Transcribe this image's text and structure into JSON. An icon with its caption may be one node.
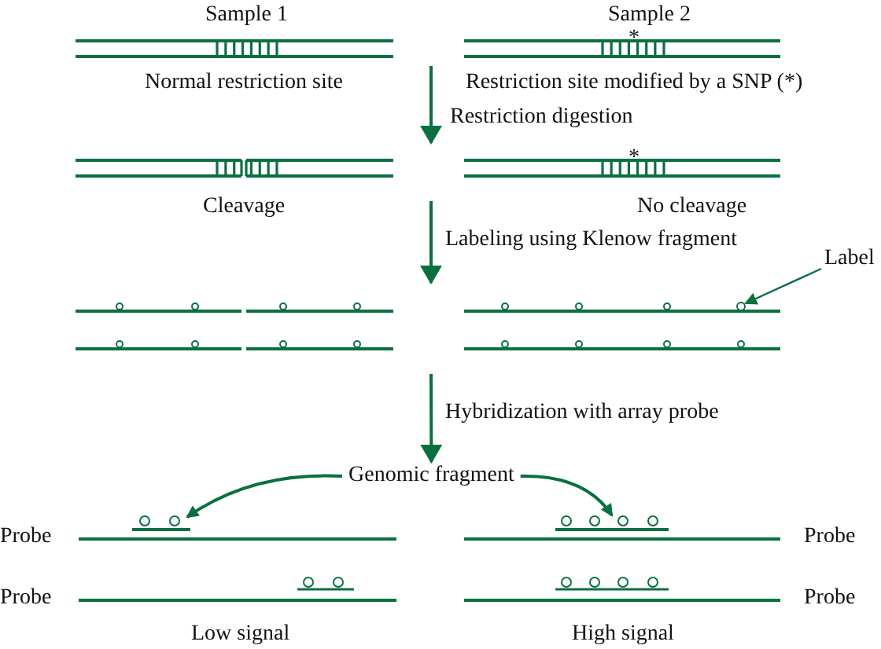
{
  "diagram": {
    "nodes": [
      {
        "text": [
          "Label"
        ]
      },
      {
        "text": [],
        "shape": "circle"
      },
      {
        "text": [
          "Genomic fragment"
        ]
      },
      {
        "text": [],
        "shape": "bar"
      },
      {
        "text": [],
        "shape": "bar"
      }
    ],
    "edges": [
      {
        "from": 0,
        "to": 1,
        "arrow": "to"
      },
      {
        "from": 2,
        "to": 3,
        "arrow": "to"
      },
      {
        "from": 2,
        "to": 4,
        "arrow": "to"
      },
      {
        "from": null,
        "to": 2,
        "arrow": "to",
        "label": "Hybridization with array probe"
      }
    ],
    "labels": [
      "Sample 1",
      "Sample 2",
      "*",
      "Normal restriction site",
      "Restriction site modified by a SNP (*)",
      "Restriction digestion",
      "*",
      "Cleavage",
      "No cleavage",
      "Labeling using Klenow fragment",
      "Probe",
      "Probe",
      "Probe",
      "Probe",
      "Low signal",
      "High signal"
    ]
  }
}
